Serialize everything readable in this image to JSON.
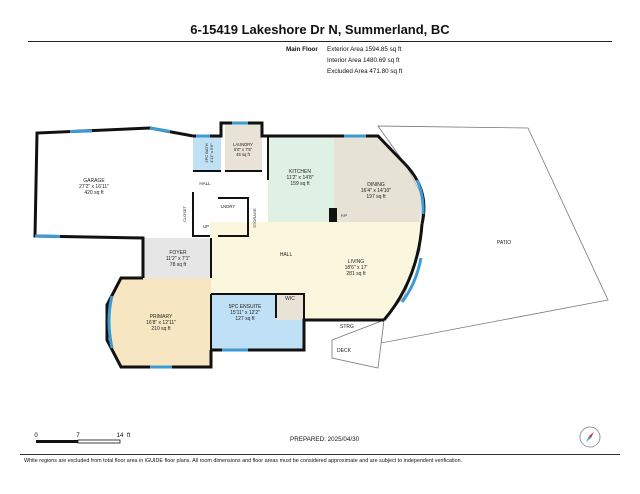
{
  "title": "6-15419 Lakeshore Dr N, Summerland, BC",
  "area_summary": {
    "floor_label": "Main Floor",
    "exterior": "Exterior Area 1594.85 sq ft",
    "interior": "Interior Area 1480.69 sq ft",
    "excluded": "Excluded Area 471.80 sq ft"
  },
  "rooms": {
    "garage": {
      "name": "GARAGE",
      "dims": "27'2\" x 16'11\"",
      "area": "420 sq ft"
    },
    "laundry": {
      "name": "LAUNDRY",
      "dims": "6'0\" x 7'5\"",
      "area": "45 sq ft"
    },
    "bath": {
      "name": "2PC BATH",
      "dims": "4'11\" x 5'6\""
    },
    "kitchen": {
      "name": "KITCHEN",
      "dims": "11'2\" x 14'8\"",
      "area": "159 sq ft"
    },
    "dining": {
      "name": "DINING",
      "dims": "16'4\" x 14'10\"",
      "area": "197 sq ft"
    },
    "hall_upper": {
      "name": "HALL"
    },
    "closet": {
      "name": "CLOSET"
    },
    "lndry": {
      "name": "LNDRY"
    },
    "storage": {
      "name": "STORAGE"
    },
    "up": {
      "name": "UP"
    },
    "fp": {
      "name": "F/P"
    },
    "foyer": {
      "name": "FOYER",
      "dims": "11'2\" x 7'1\"",
      "area": "78 sq ft"
    },
    "hall_main": {
      "name": "HALL"
    },
    "living": {
      "name": "LIVING",
      "dims": "18'6\" x 17'",
      "area": "281 sq ft"
    },
    "patio": {
      "name": "PATIO"
    },
    "primary": {
      "name": "PRIMARY",
      "dims": "16'8\" x 12'11\"",
      "area": "210 sq ft"
    },
    "ensuite": {
      "name": "5PC ENSUITE",
      "dims": "15'11\" x 12'2\"",
      "area": "127 sq ft"
    },
    "wic": {
      "name": "WIC"
    },
    "strg": {
      "name": "STRG"
    },
    "deck": {
      "name": "DECK"
    }
  },
  "scale_bar": {
    "labels": [
      "0",
      "7",
      "14"
    ],
    "unit": "ft"
  },
  "prepared": "PREPARED: 2025/04/30",
  "disclaimer": "White regions are excluded from total floor area in iGUIDE floor plans. All room dimensions and floor areas must be considered approximate and are subject to independent verification.",
  "colors": {
    "kitchen": "#dff0e4",
    "dining": "#e7e2d6",
    "hall": "#fbf7de",
    "foyer": "#e6e6e6",
    "primary": "#f6e7c2",
    "ensuite": "#bfe0f5",
    "wic": "#e8e3d6",
    "laundry": "#e8e3d6",
    "bath": "#bfe0f5",
    "wall": "#111111",
    "window": "#3c9bd2"
  },
  "icons": [
    "compass-icon"
  ]
}
